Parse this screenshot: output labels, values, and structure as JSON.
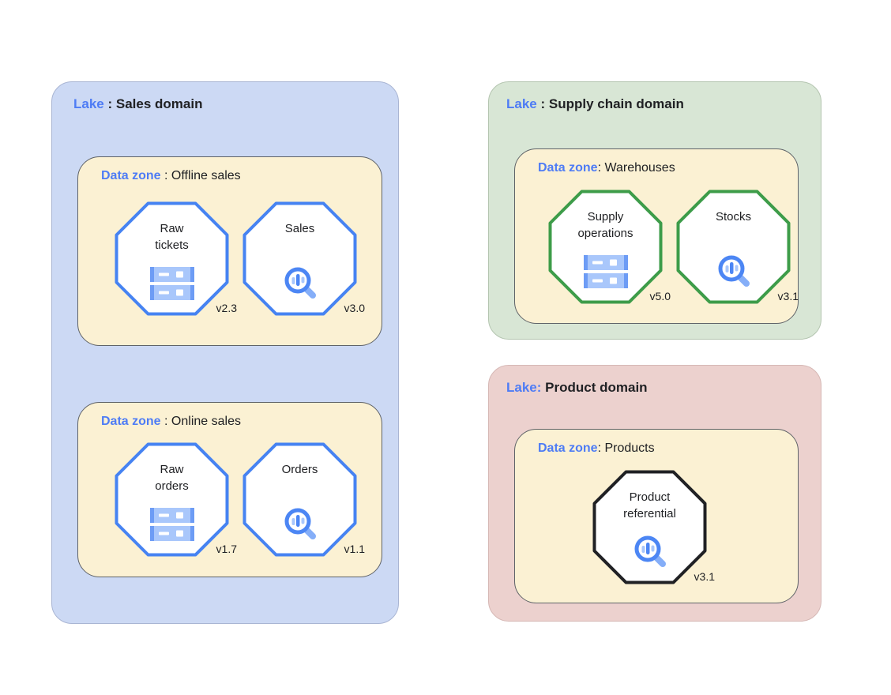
{
  "palette": {
    "accent_blue": "#4e7cf5",
    "text_black": "#202124",
    "zone_bg": "#fbf1d3",
    "zone_border": "#5f6368",
    "lake_sales_bg": "#ccd9f4",
    "lake_supply_bg": "#d8e6d5",
    "lake_product_bg": "#ecd1ce",
    "octagon_blue": "#4683f2",
    "octagon_green": "#3d9c49",
    "octagon_black": "#202124",
    "icon_blue_light": "#a9c7fb",
    "icon_blue_medium": "#4c86f4",
    "icon_blue_handle": "#85aef8"
  },
  "lakes": [
    {
      "title": {
        "prefix": "Lake",
        "separator": " : ",
        "name": "Sales domain"
      },
      "zones": [
        {
          "title": {
            "prefix": "Data zone",
            "separator": " : ",
            "name": "Offline sales"
          },
          "assets": [
            {
              "name": "Raw\ntickets",
              "version": "v2.3",
              "icon": "server-icon"
            },
            {
              "name": "Sales",
              "version": "v3.0",
              "icon": "search-chart-icon"
            }
          ]
        },
        {
          "title": {
            "prefix": "Data zone",
            "separator": " : ",
            "name": "Online sales"
          },
          "assets": [
            {
              "name": "Raw\norders",
              "version": "v1.7",
              "icon": "server-icon"
            },
            {
              "name": "Orders",
              "version": "v1.1",
              "icon": "search-chart-icon"
            }
          ]
        }
      ]
    },
    {
      "title": {
        "prefix": "Lake",
        "separator": " : ",
        "name": "Supply chain domain"
      },
      "zones": [
        {
          "title": {
            "prefix": "Data zone",
            "separator": ": ",
            "name": "Warehouses"
          },
          "assets": [
            {
              "name": "Supply\noperations",
              "version": "v5.0",
              "icon": "server-icon"
            },
            {
              "name": "Stocks",
              "version": "v3.1",
              "icon": "search-chart-icon"
            }
          ]
        }
      ]
    },
    {
      "title": {
        "prefix": "Lake:",
        "separator": " ",
        "name": "Product domain"
      },
      "zones": [
        {
          "title": {
            "prefix": "Data zone",
            "separator": ": ",
            "name": "Products"
          },
          "assets": [
            {
              "name": "Product\nreferential",
              "version": "v3.1",
              "icon": "search-chart-icon"
            }
          ]
        }
      ]
    }
  ]
}
